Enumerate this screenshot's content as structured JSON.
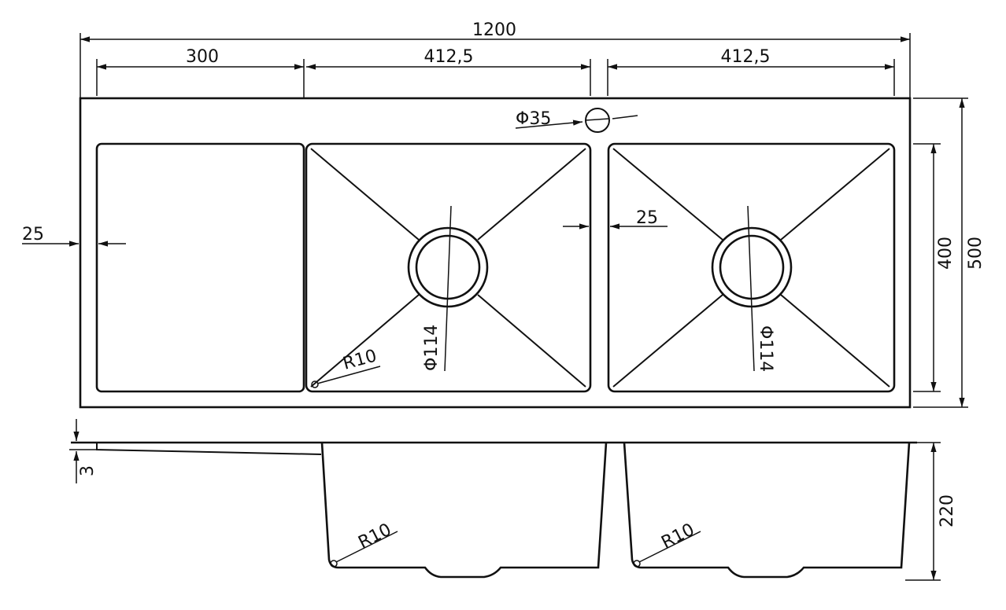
{
  "drawing": {
    "line_color": "#111111",
    "background": "#ffffff",
    "dimensions": {
      "overall_width": "1200",
      "drainboard_width": "300",
      "bowl_left_width": "412,5",
      "bowl_right_width": "412,5",
      "tap_hole": "Φ35",
      "edge_left": "25",
      "divider": "25",
      "corner_radius_plan": "R10",
      "drain_left": "Φ114",
      "drain_right": "Φ114",
      "bowl_depth_plan": "400",
      "overall_depth": "500",
      "thickness": "3",
      "bowl_height": "220",
      "corner_radius_section_left": "R10",
      "corner_radius_section_right": "R10"
    }
  }
}
